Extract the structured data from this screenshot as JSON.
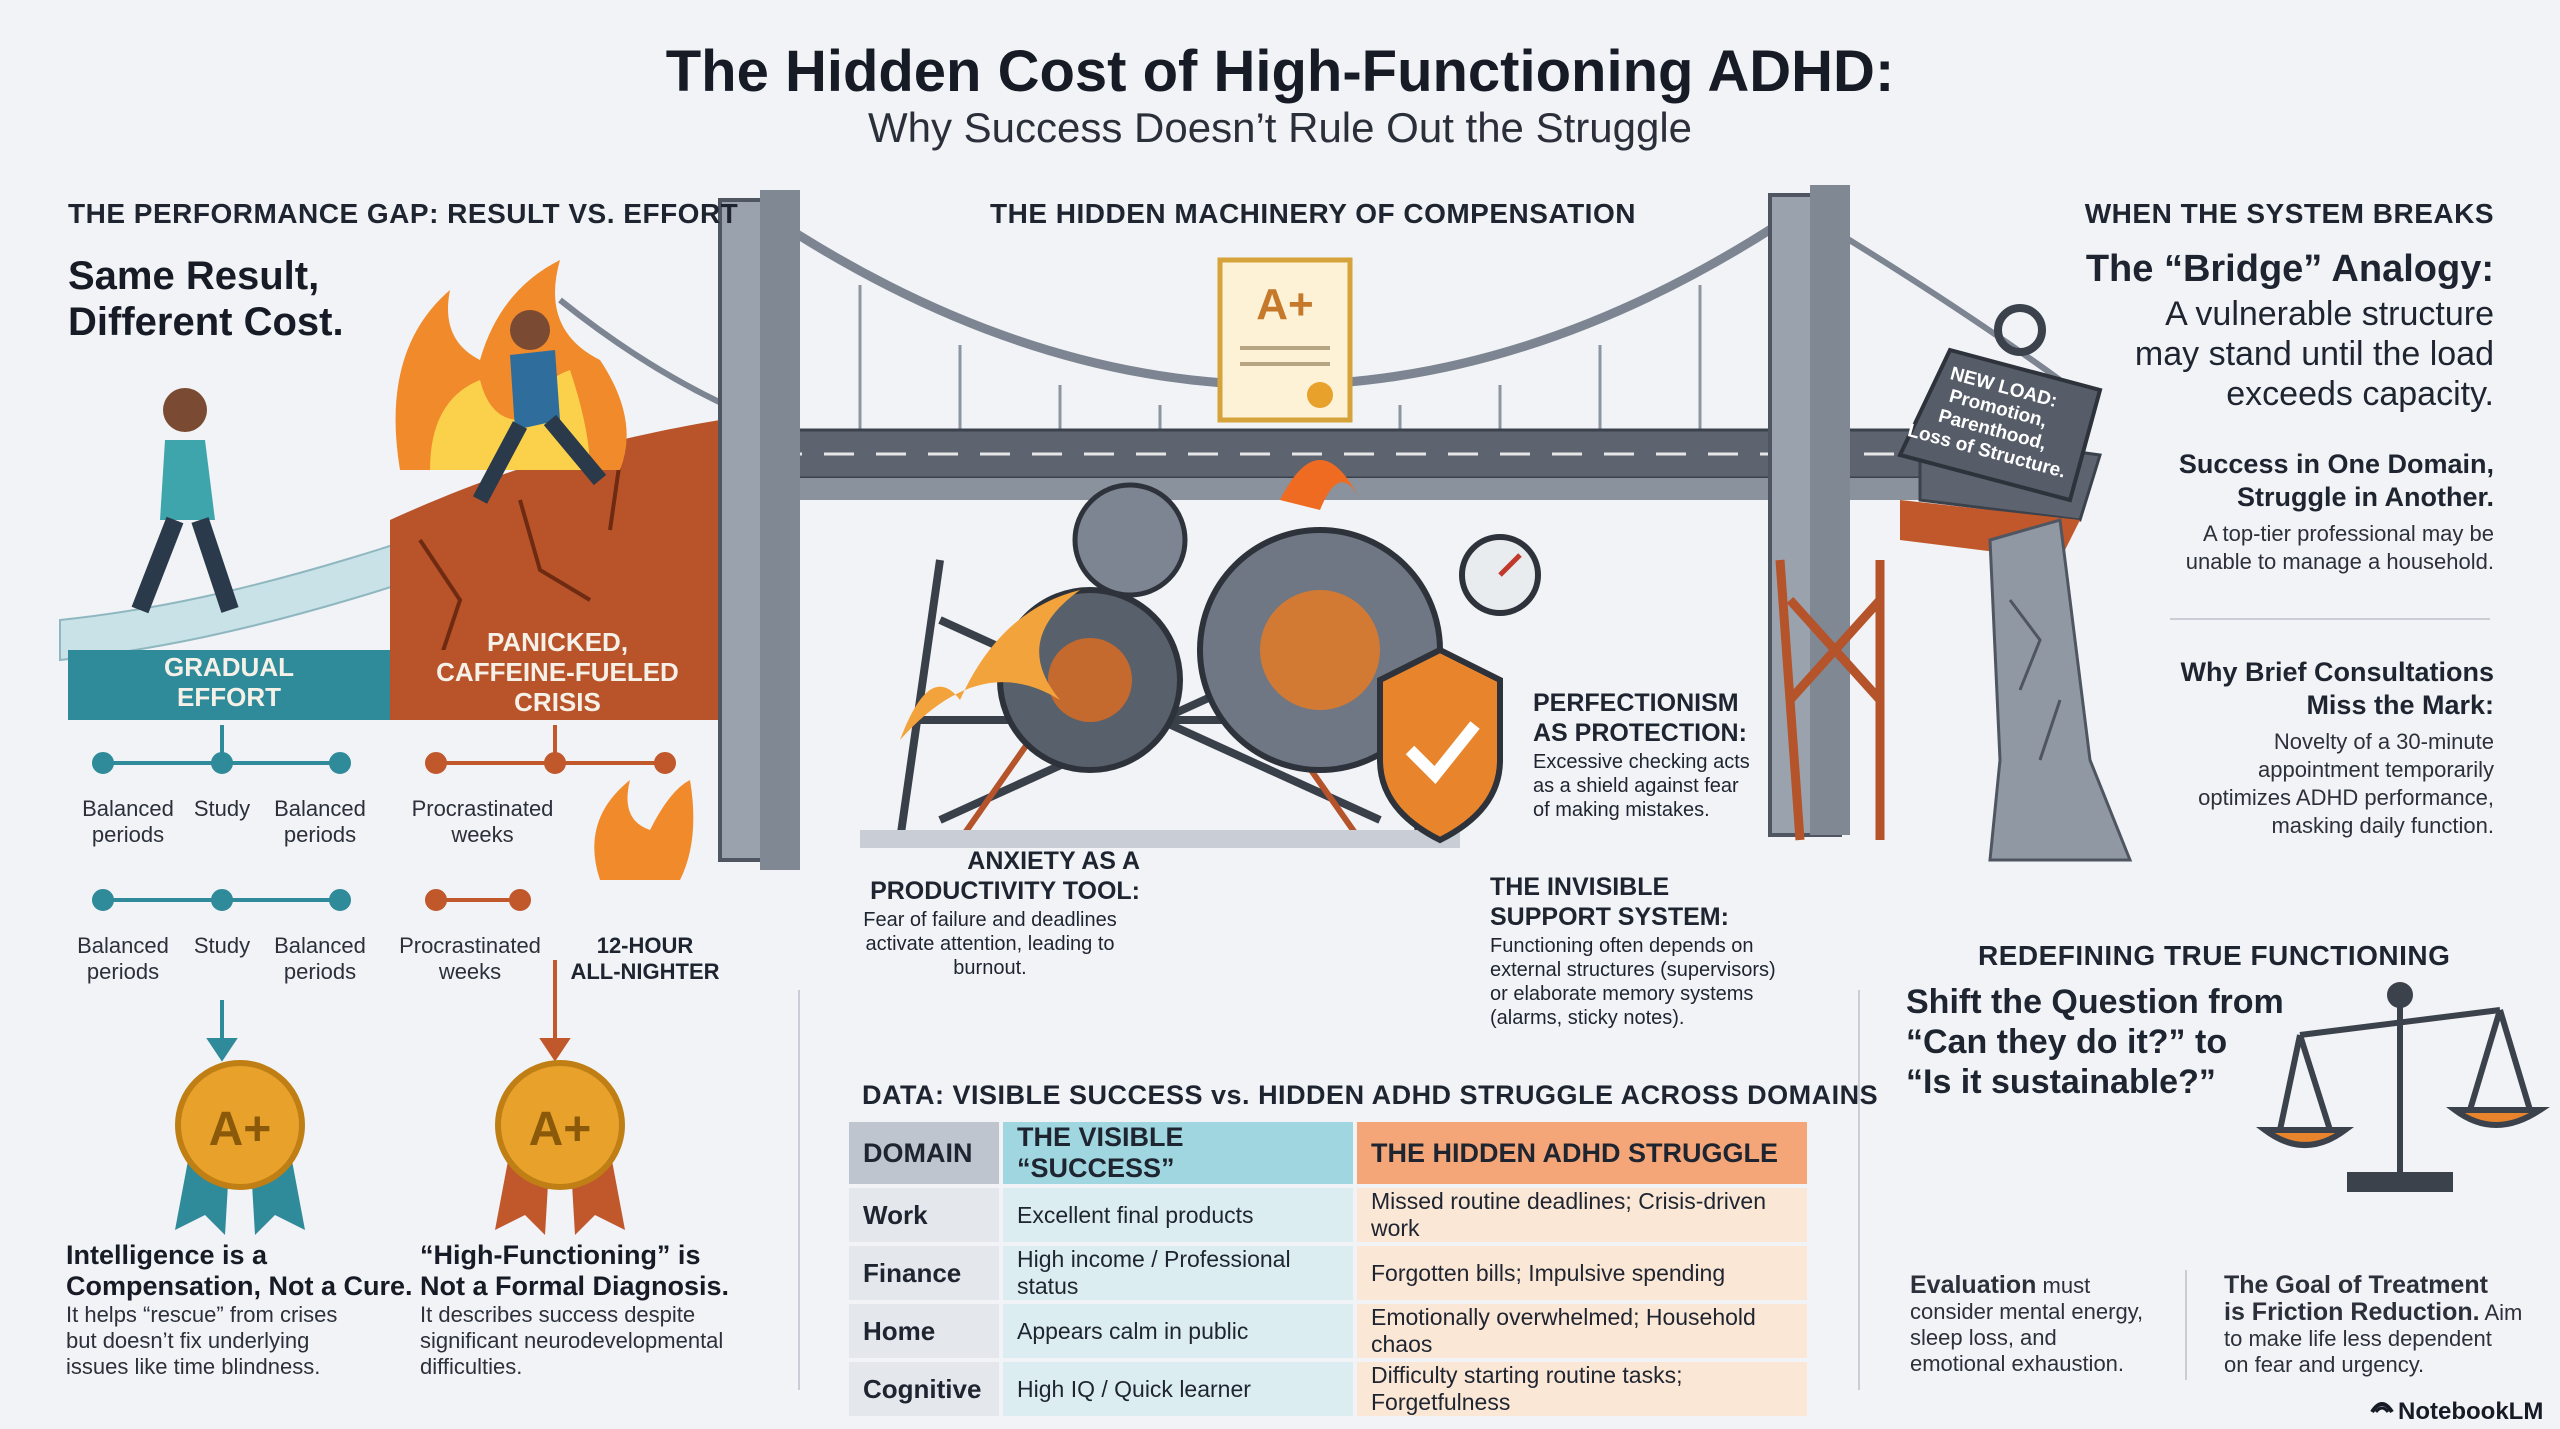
{
  "header": {
    "title": "The Hidden Cost of High-Functioning ADHD:",
    "subtitle": "Why Success Doesn’t Rule Out the Struggle"
  },
  "left": {
    "section_title": "THE PERFORMANCE GAP: RESULT VS. EFFORT",
    "headline_1": "Same Result,",
    "headline_2": "Different Cost.",
    "band_gradual": "GRADUAL\nEFFORT",
    "band_crisis": "PANICKED,\nCAFFEINE-FUELED\nCRISIS",
    "row1": [
      "Balanced\nperiods",
      "Study",
      "Balanced\nperiods",
      "Procrastinated\nweeks"
    ],
    "row2": [
      "Balanced\nperiods",
      "Study",
      "Balanced\nperiods",
      "Procrastinated\nweeks",
      "12-HOUR\nALL-NIGHTER"
    ],
    "medal_text": "A+",
    "note1_title": "Intelligence is a\nCompensation, Not a Cure.",
    "note1_body": "It helps “rescue” from crises\nbut doesn’t fix underlying\nissues like time blindness.",
    "note2_title": "“High-Functioning” is\nNot a Formal Diagnosis.",
    "note2_body": "It describes success despite\nsignificant neurodevelopmental\ndifficulties."
  },
  "center": {
    "section_title": "THE HIDDEN MACHINERY OF COMPENSATION",
    "certificate_grade": "A+",
    "perfectionism_title": "PERFECTIONISM\nAS PROTECTION:",
    "perfectionism_body": "Excessive checking acts\nas a shield against fear\nof making mistakes.",
    "anxiety_title": "ANXIETY AS A\nPRODUCTIVITY TOOL:",
    "anxiety_body": "Fear of failure and deadlines\nactivate attention, leading to\nburnout.",
    "support_title": "THE INVISIBLE\nSUPPORT SYSTEM:",
    "support_body": "Functioning often depends on\nexternal structures (supervisors)\nor elaborate memory systems\n(alarms, sticky notes).",
    "weight_label": "NEW LOAD:\nPromotion,\nParenthood,\nLoss of Structure."
  },
  "table": {
    "title": "DATA: VISIBLE SUCCESS vs. HIDDEN ADHD STRUGGLE ACROSS DOMAINS",
    "headers": [
      "DOMAIN",
      "THE VISIBLE “SUCCESS”",
      "THE HIDDEN ADHD STRUGGLE"
    ],
    "rows": [
      [
        "Work",
        "Excellent final products",
        "Missed routine deadlines; Crisis-driven work"
      ],
      [
        "Finance",
        "High income / Professional status",
        "Forgotten bills; Impulsive spending"
      ],
      [
        "Home",
        "Appears calm in public",
        "Emotionally overwhelmed; Household chaos"
      ],
      [
        "Cognitive",
        "High IQ / Quick learner",
        "Difficulty starting routine tasks; Forgetfulness"
      ]
    ]
  },
  "right": {
    "section_title": "WHEN THE SYSTEM BREAKS",
    "bridge_title": "The “Bridge” Analogy:",
    "bridge_body": "A vulnerable structure\nmay stand until the load\nexceeds capacity.",
    "domain_title": "Success in One Domain,\nStruggle in Another.",
    "domain_body": "A top-tier professional may be\nunable to manage a household.",
    "consult_title": "Why Brief Consultations\nMiss the Mark:",
    "consult_body": "Novelty of a 30-minute\nappointment temporarily\noptimizes ADHD performance,\nmasking daily function.",
    "redefine_title": "REDEFINING TRUE FUNCTIONING",
    "shift_text": "Shift the Question from\n“Can they do it?” to\n“Is it sustainable?”",
    "eval_bold": "Evaluation",
    "eval_rest": " must\nconsider mental energy,\nsleep loss, and\nemotional exhaustion.",
    "goal_bold": "The Goal of Treatment\nis Friction Reduction.",
    "goal_rest": " Aim\nto make life less dependent\non fear and urgency."
  },
  "footer": {
    "brand": "NotebookLM"
  },
  "colors": {
    "teal": "#2f8a99",
    "rust": "#c0582b",
    "gold": "#e8a22b",
    "steel": "#6f7784"
  }
}
